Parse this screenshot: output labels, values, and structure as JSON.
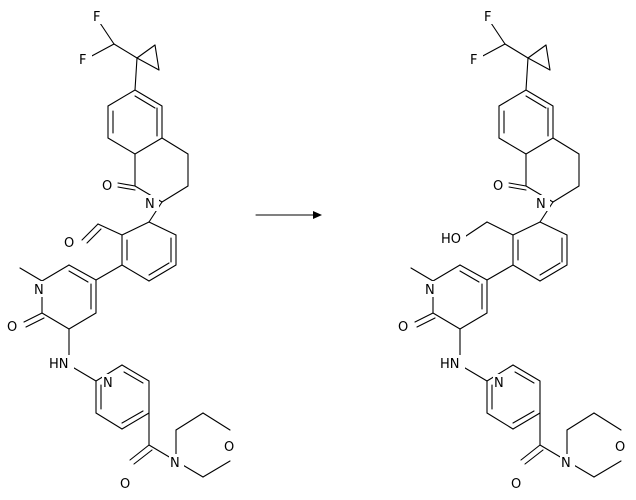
{
  "figure": {
    "type": "chemical-reaction-scheme",
    "arrow": {
      "direction": "right"
    },
    "reactant": {
      "atom_labels": {
        "f1": "F",
        "f2": "F",
        "o_carbonyl": "O",
        "n_lactam": "N",
        "o_aldehyde": "O",
        "n_methyl": "N",
        "o_pyridone": "O",
        "nh": "HN",
        "n_pyridine": "N",
        "o_amide": "O",
        "n_morpholine": "N",
        "o_morpholine": "O"
      }
    },
    "product": {
      "atom_labels": {
        "f1": "F",
        "f2": "F",
        "o_carbonyl": "O",
        "n_lactam": "N",
        "ho": "HO",
        "n_methyl": "N",
        "o_pyridone": "O",
        "nh": "HN",
        "n_pyridine": "N",
        "o_amide": "O",
        "n_morpholine": "N",
        "o_morpholine": "O"
      }
    }
  }
}
